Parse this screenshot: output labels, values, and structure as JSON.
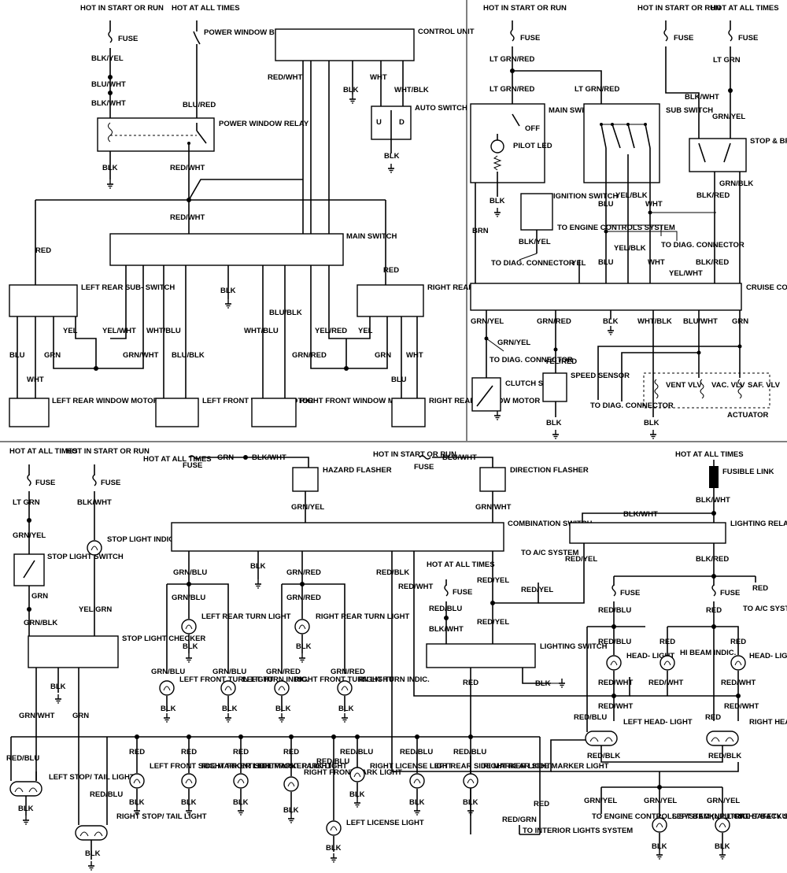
{
  "labels": {
    "hot_start_run": "HOT IN START OR RUN",
    "hot_all_times": "HOT AT ALL TIMES",
    "hot_in_start_run_2": "HOT IN START OR RUN",
    "hot_at_all_times_2": "HOT AT ALL TIMES",
    "fuse": "FUSE",
    "power_window_breaker": "POWER WINDOW BREAKER",
    "control_unit": "CONTROL UNIT",
    "auto_switch": "AUTO SWITCH",
    "power_window_relay": "POWER WINDOW RELAY",
    "main_switch": "MAIN SWITCH",
    "left_rear_sub_switch": "LEFT REAR SUB- SWITCH",
    "right_rear_sub_switch": "RIGHT REAR SUB- SWITCH",
    "left_rear_window_motor": "LEFT REAR WINDOW MOTOR",
    "left_front_window_motor": "LEFT FRONT WINDOW MOTOR",
    "right_front_window_motor": "RIGHT FRONT WINDOW MOTOR",
    "right_rear_window_motor": "RIGHT REAR WINDOW MOTOR",
    "cc_main_switch": "MAIN SWITCH",
    "off": "OFF",
    "pilot_led": "PILOT LED",
    "sub_switch": "SUB SWITCH",
    "stop_brake_switch": "STOP & BRAKE SWITCH",
    "ignition_switch": "IGNITION SWITCH",
    "to_engine_controls_system": "TO ENGINE CONTROLS SYSTEM",
    "to_diag_connector": "TO DIAG. CONNECTOR",
    "cruise_control_unit": "CRUISE CONTROL UNIT",
    "clutch_switch": "CLUTCH SWITCH",
    "speed_sensor": "SPEED SENSOR",
    "actuator": "ACTUATOR",
    "vent_vlv": "VENT VLV",
    "vac_vlv": "VAC. VLV",
    "saf_vlv": "SAF. VLV",
    "hazard_flasher": "HAZARD FLASHER",
    "direction_flasher": "DIRECTION FLASHER",
    "fusible_link": "FUSIBLE LINK",
    "combination_switch": "COMBINATION SWITCH",
    "lighting_relay": "LIGHTING RELAY",
    "stop_light_switch": "STOP LIGHT SWITCH",
    "stop_light_indic": "STOP LIGHT INDIC.",
    "stop_light_checker": "STOP LIGHT CHECKER",
    "to_ac_system": "TO A/C SYSTEM",
    "lighting_switch": "LIGHTING SWITCH",
    "left_rear_turn_light": "LEFT REAR TURN LIGHT",
    "right_rear_turn_light": "RIGHT REAR TURN LIGHT",
    "left_front_turn_light": "LEFT FRONT TURN LIGHT",
    "left_turn_indic": "LEFT TURN INDIC.",
    "right_front_turn_light": "RIGHT FRONT TURN LIGHT",
    "right_turn_indic": "RIGHT TURN INDIC.",
    "head_light": "HEAD- LIGHT",
    "hi_beam_indic": "HI BEAM INDIC.",
    "left_head_light": "LEFT HEAD- LIGHT",
    "right_head_light": "RIGHT HEAD- LIGHT",
    "left_stop_tail_light": "LEFT STOP/ TAIL LIGHT",
    "right_stop_tail_light": "RIGHT STOP/ TAIL LIGHT",
    "left_front_side_marker_light": "LEFT FRONT SIDE MARKER LIGHT",
    "right_front_side_marker_light": "RIGHT FRONT SIDE MARKER LIGHT",
    "left_front_park_light": "LEFT FRONT PARK LIGHT",
    "right_front_park_light": "RIGHT FRONT PARK LIGHT",
    "right_license_light": "RIGHT LICENSE LIGHT",
    "left_license_light": "LEFT LICENSE LIGHT",
    "left_rear_side_marker_light": "LEFT REAR SIDE MARKER LIGHT",
    "right_rear_side_marker_light": "RIGHT REAR SIDE MARKER LIGHT",
    "to_interior_lights_system": "TO INTERIOR LIGHTS SYSTEM",
    "to_engine_controls_neutral": "TO ENGINE CONTROLS SYSTEM (NEUTRAL SAFETY SWITCH)",
    "left_backup_light": "LEFT BACKUP LIGHT",
    "right_backup_light": "RIGHT BACKUP LIGHT"
  },
  "wires": {
    "blk_yel": "BLK/YEL",
    "blu_wht": "BLU/WHT",
    "blk_wht": "BLK/WHT",
    "blu_red": "BLU/RED",
    "blk": "BLK",
    "red_wht": "RED/WHT",
    "red": "RED",
    "wht": "WHT",
    "wht_blk": "WHT/BLK",
    "yel": "YEL",
    "yel_wht": "YEL/WHT",
    "yel_red": "YEL/RED",
    "wht_blu": "WHT/BLU",
    "blu_blk": "BLU/BLK",
    "grn": "GRN",
    "grn_wht": "GRN/WHT",
    "grn_red": "GRN/RED",
    "blu": "BLU",
    "u": "U",
    "d": "D",
    "lt_grn_red": "LT GRN/RED",
    "lt_grn": "LT GRN",
    "grn_yel": "GRN/YEL",
    "grn_blk": "GRN/BLK",
    "blk_red": "BLK/RED",
    "yel_blk": "YEL/BLK",
    "brn": "BRN",
    "blk_yel2": "BLK/YEL",
    "red_blk": "RED/BLK",
    "red_yel": "RED/YEL",
    "red_blu": "RED/BLU",
    "grn_blu": "GRN/BLU",
    "yel_grn": "YEL/GRN",
    "red_grn": "RED/GRN",
    "blk_arrow": "BLK"
  }
}
